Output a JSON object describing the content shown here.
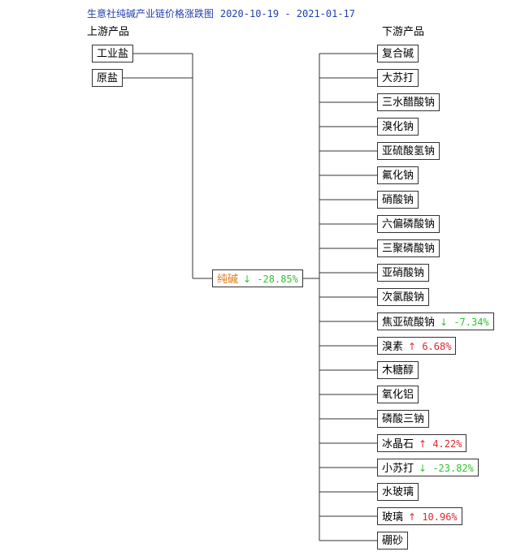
{
  "title": "生意社纯碱产业链价格涨跌图",
  "date_range": "2020-10-19 - 2021-01-17",
  "upstream_header": "上游产品",
  "downstream_header": "下游产品",
  "upstream": [
    {
      "name": "工业盐"
    },
    {
      "name": "原盐"
    }
  ],
  "center": {
    "name": "纯碱",
    "change": "-28.85%",
    "direction": "down",
    "arrow": "↓"
  },
  "downstream": [
    {
      "name": "复合碱"
    },
    {
      "name": "大苏打"
    },
    {
      "name": "三水醋酸钠"
    },
    {
      "name": "溴化钠"
    },
    {
      "name": "亚硫酸氢钠"
    },
    {
      "name": "氟化钠"
    },
    {
      "name": "硝酸钠"
    },
    {
      "name": "六偏磷酸钠"
    },
    {
      "name": "三聚磷酸钠"
    },
    {
      "name": "亚硝酸钠"
    },
    {
      "name": "次氯酸钠"
    },
    {
      "name": "焦亚硫酸钠",
      "change": "-7.34%",
      "direction": "down",
      "arrow": "↓"
    },
    {
      "name": "溴素",
      "change": "6.68%",
      "direction": "up",
      "arrow": "↑"
    },
    {
      "name": "木糖醇"
    },
    {
      "name": "氧化铝"
    },
    {
      "name": "磷酸三钠"
    },
    {
      "name": "冰晶石",
      "change": "4.22%",
      "direction": "up",
      "arrow": "↑"
    },
    {
      "name": "小苏打",
      "change": "-23.82%",
      "direction": "down",
      "arrow": "↓"
    },
    {
      "name": "水玻璃"
    },
    {
      "name": "玻璃",
      "change": "10.96%",
      "direction": "up",
      "arrow": "↑"
    },
    {
      "name": "硼砂"
    }
  ]
}
